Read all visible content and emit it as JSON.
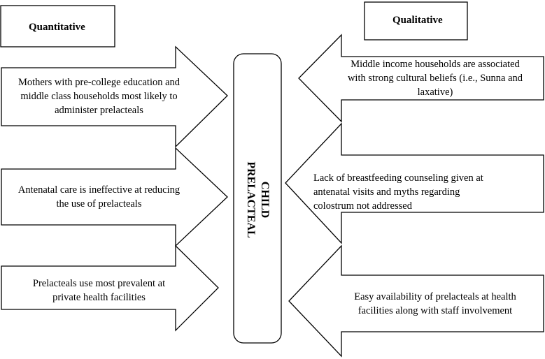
{
  "headings": {
    "left": "Quantitative",
    "right": "Qualitative"
  },
  "center": {
    "line1": "CHILD",
    "line2": "PRELACTEAL"
  },
  "left_arrows": [
    {
      "lines": [
        "Mothers with pre-college education and",
        "middle class households most likely to",
        "administer prelacteals"
      ]
    },
    {
      "lines": [
        "Antenatal care is ineffective at reducing",
        "the use of prelacteals"
      ]
    },
    {
      "lines": [
        "Prelacteals use most prevalent at",
        "private health facilities"
      ]
    }
  ],
  "right_arrows": [
    {
      "lines": [
        "Middle income households are associated",
        "with strong cultural beliefs (i.e., Sunna and",
        "laxative)"
      ]
    },
    {
      "lines": [
        "Lack of breastfeeding counseling given at",
        "antenatal visits and myths regarding",
        "colostrum not addressed"
      ]
    },
    {
      "lines": [
        "Easy availability of prelacteals at health",
        "facilities along with staff involvement"
      ]
    }
  ]
}
